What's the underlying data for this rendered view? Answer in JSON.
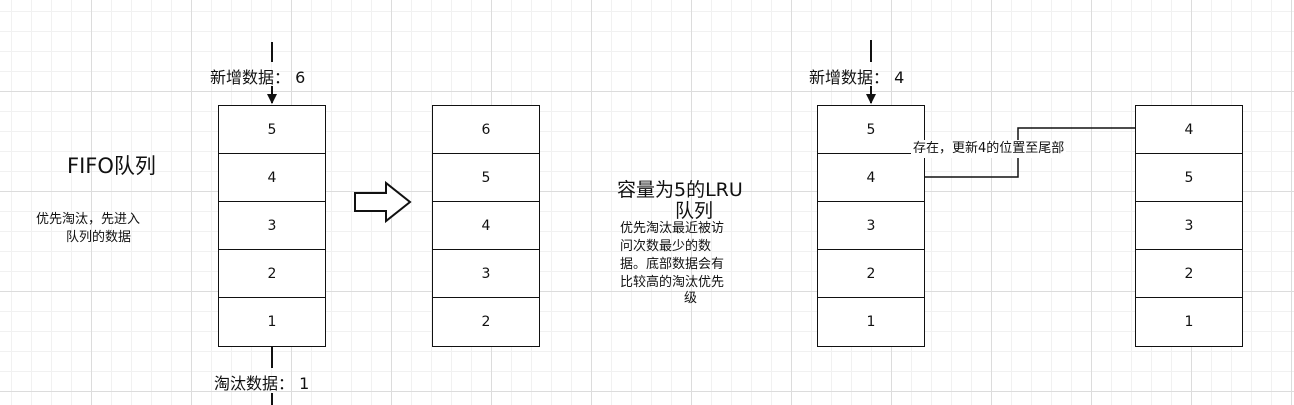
{
  "fifo": {
    "incoming_label": "新增数据： 6",
    "title": "FIFO队列",
    "description": [
      "优先淘汰，先进入",
      "队列的数据"
    ],
    "before_queue": [
      "5",
      "4",
      "3",
      "2",
      "1"
    ],
    "after_queue": [
      "6",
      "5",
      "4",
      "3",
      "2"
    ],
    "evicted_label": "淘汰数据： 1"
  },
  "lru": {
    "incoming_label": "新增数据： 4",
    "title": [
      "容量为5的LRU",
      "队列"
    ],
    "description": [
      "优先淘汰最近被访",
      "问次数最少的数",
      "据。底部数据会有",
      "比较高的淘汰优先",
      "级"
    ],
    "before_queue": [
      "5",
      "4",
      "3",
      "2",
      "1"
    ],
    "after_queue": [
      "4",
      "5",
      "3",
      "2",
      "1"
    ],
    "move_note": "存在，更新4的位置至尾部"
  }
}
